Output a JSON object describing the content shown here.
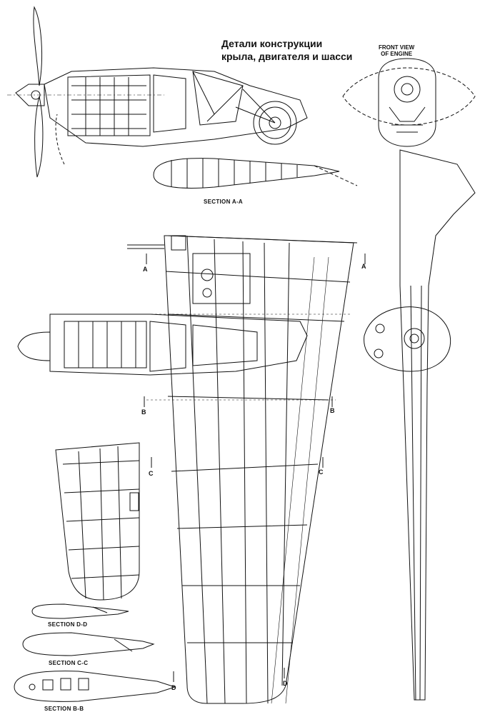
{
  "title": {
    "line1": "Детали конструкции",
    "line2": "крыла, двигателя и шасси"
  },
  "engine_view": {
    "line1": "FRONT VIEW",
    "line2": "OF ENGINE"
  },
  "sections": {
    "aa": "SECTION A-A",
    "bb": "SECTION B-B",
    "cc": "SECTION C-C",
    "dd": "SECTION D-D"
  },
  "markers": {
    "a": "A",
    "b": "B",
    "c": "C",
    "d": "D"
  }
}
